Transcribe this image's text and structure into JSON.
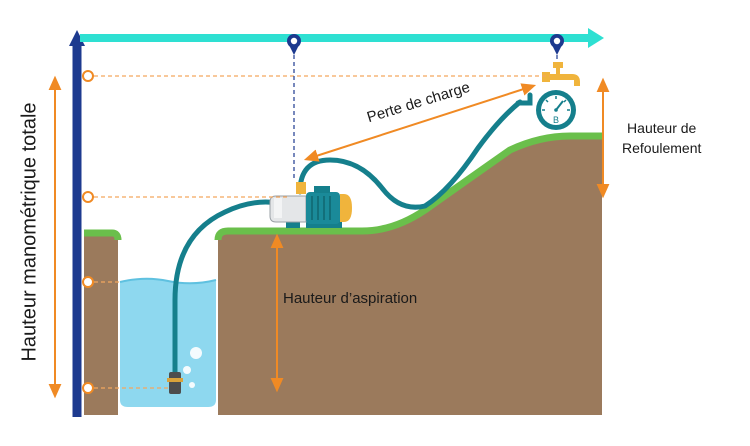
{
  "labels": {
    "hauteur_manometrique": "Hauteur manométrique totale",
    "perte_de_charge": "Perte de charge",
    "hauteur_refoulement_line1": "Hauteur de",
    "hauteur_refoulement_line2": "Refoulement",
    "hauteur_aspiration": "Hauteur d’aspiration"
  },
  "gauge": {
    "letter": "B"
  },
  "colors": {
    "ground": "#9b7a5c",
    "grass": "#6abf4b",
    "water": "#8ed8ef",
    "pipe": "#157f8c",
    "axis_blue": "#1d3a8f",
    "axis_cyan": "#2ee0d2",
    "orange": "#f08a24",
    "pump_body": "#1a8a99",
    "pump_cap": "#f0b43c"
  },
  "icons": [
    "location-pin-icon",
    "tap-icon",
    "pressure-gauge-icon",
    "pump-icon",
    "strainer-icon"
  ]
}
